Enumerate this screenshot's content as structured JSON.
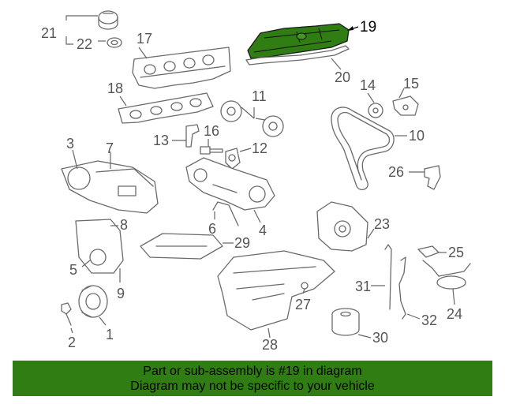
{
  "diagram": {
    "highlight_color": "#2f7d13",
    "highlighted_part": "19",
    "labels": [
      "1",
      "2",
      "3",
      "4",
      "5",
      "6",
      "7",
      "8",
      "9",
      "10",
      "11",
      "12",
      "13",
      "14",
      "15",
      "16",
      "17",
      "18",
      "19",
      "20",
      "21",
      "22",
      "23",
      "24",
      "25",
      "26",
      "27",
      "28",
      "29",
      "30",
      "31",
      "32"
    ]
  },
  "banner": {
    "line1": "Part or sub-assembly is #19 in diagram",
    "line2": "Diagram may not be specific to your vehicle",
    "background": "#2f7d13"
  }
}
